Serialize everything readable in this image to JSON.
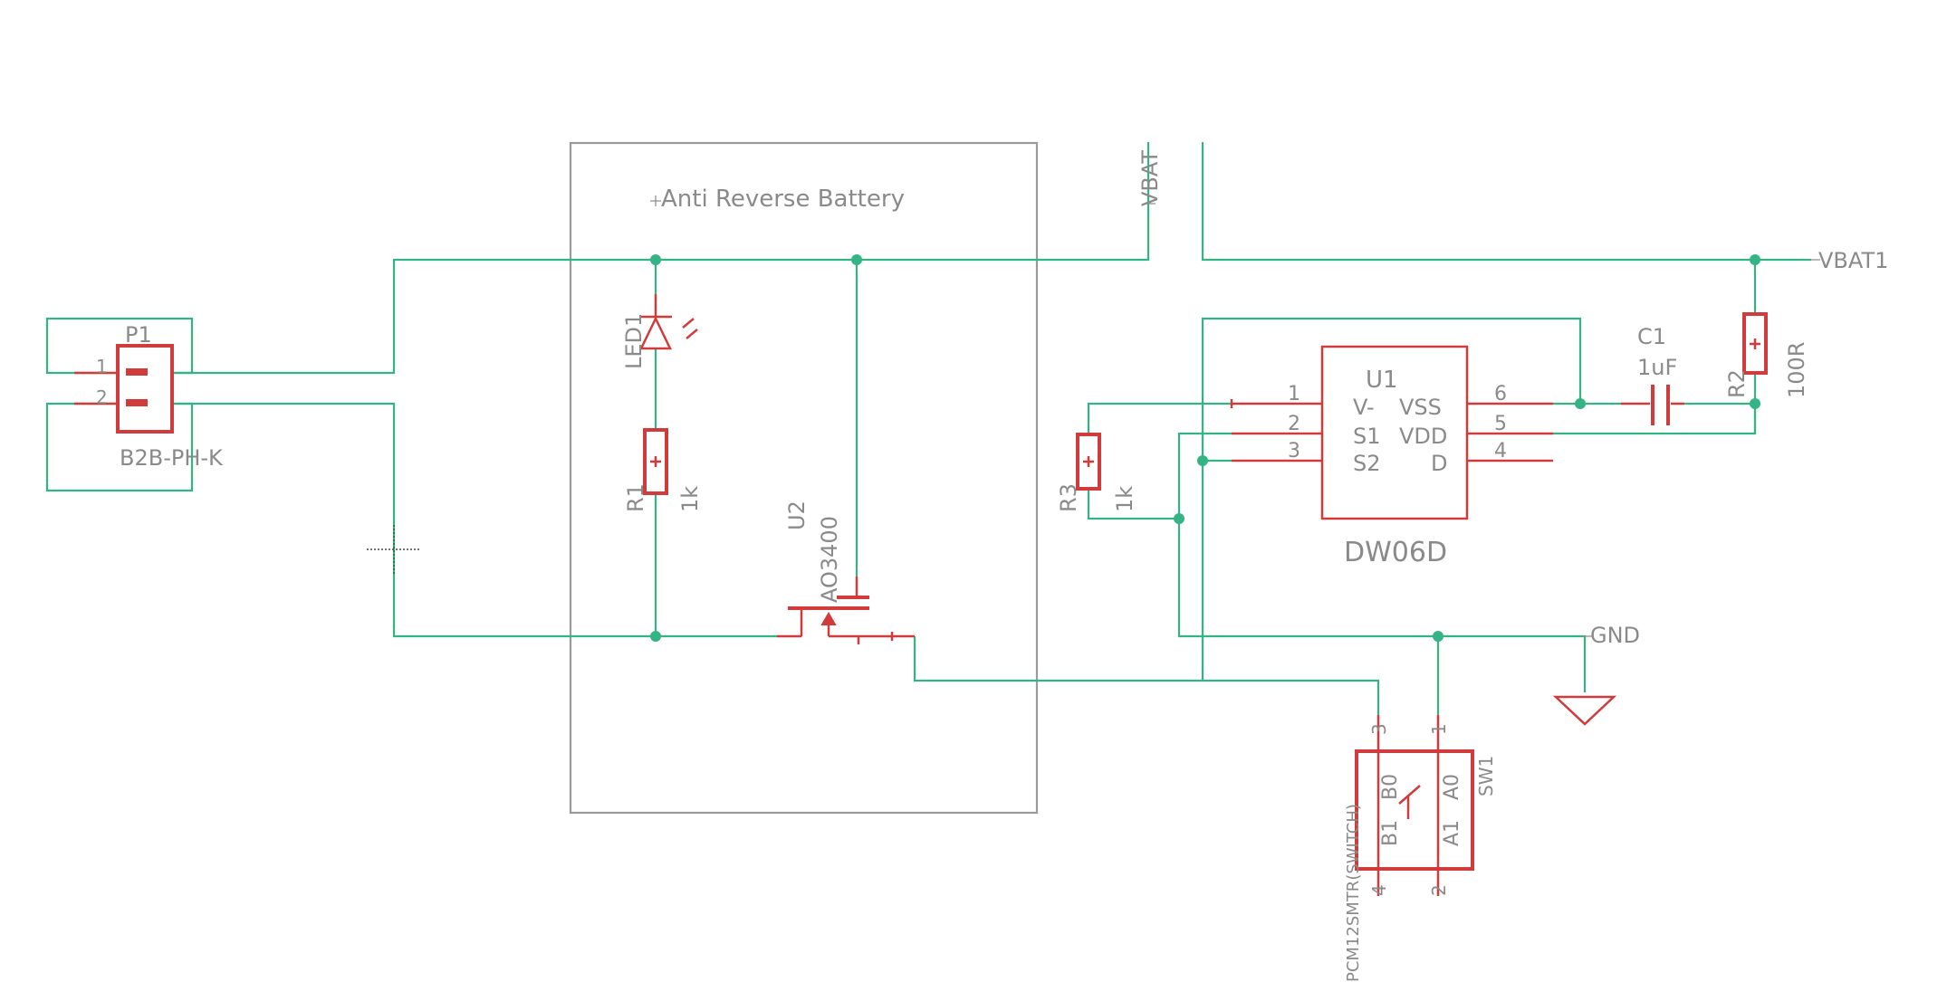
{
  "frame_title": "Anti Reverse Battery",
  "nets": {
    "vbat": "VBAT",
    "vbat1": "VBAT1",
    "gnd": "GND"
  },
  "connector": {
    "name": "P1",
    "value": "B2B-PH-K",
    "pin1": "1",
    "pin2": "2"
  },
  "led": {
    "name": "LED1"
  },
  "r1": {
    "name": "R1",
    "value": "1k"
  },
  "u2": {
    "name": "U2",
    "value": "AO3400"
  },
  "r3": {
    "name": "R3",
    "value": "1k"
  },
  "u1": {
    "name": "U1",
    "value": "DW06D",
    "left_pins": [
      {
        "num": "1",
        "label": "V-"
      },
      {
        "num": "2",
        "label": "S1"
      },
      {
        "num": "3",
        "label": "S2"
      }
    ],
    "right_pins": [
      {
        "num": "6",
        "label": "VSS"
      },
      {
        "num": "5",
        "label": "VDD"
      },
      {
        "num": "4",
        "label": "D"
      }
    ]
  },
  "c1": {
    "name": "C1",
    "value": "1uF"
  },
  "r2": {
    "name": "R2",
    "value": "100R"
  },
  "sw1": {
    "name": "SW1",
    "value": "PCM12SMTR(SWITCH)",
    "pins": [
      "3",
      "1",
      "4",
      "2"
    ],
    "labels": [
      "B0",
      "A0",
      "B1",
      "A1"
    ]
  },
  "colors": {
    "wire": "#34b484",
    "part": "#d23b3b",
    "text": "#8a8a8a",
    "frame": "#9a9a9a"
  }
}
